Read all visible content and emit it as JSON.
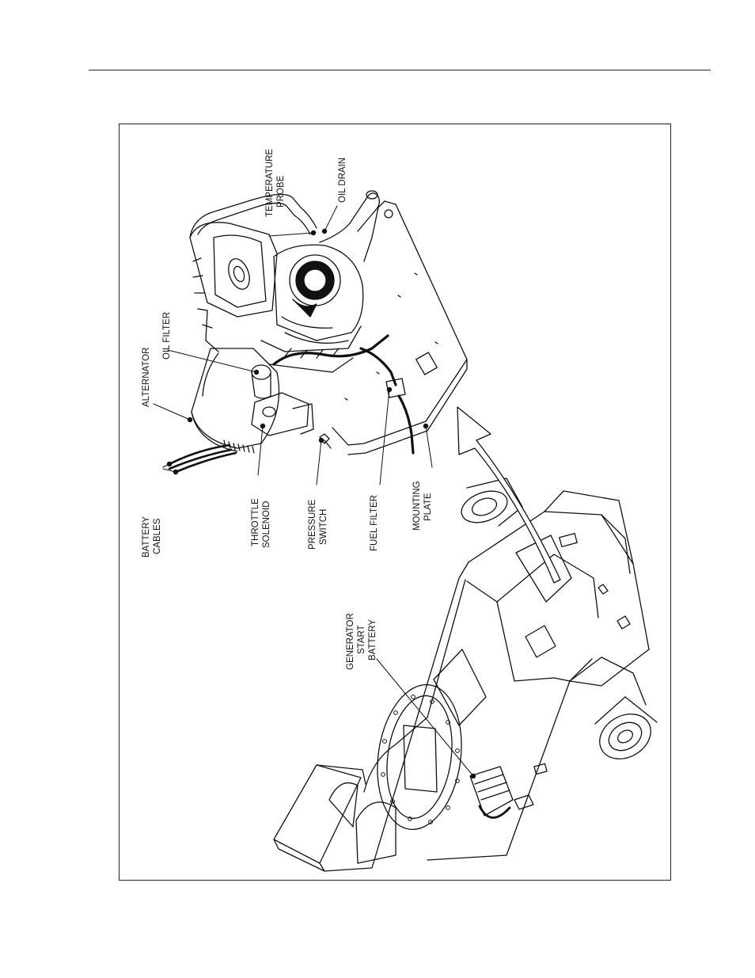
{
  "figure": {
    "labels": {
      "temperature_probe_1": "TEMPERATURE",
      "temperature_probe_2": "PROBE",
      "oil_drain": "OIL DRAIN",
      "oil_filter": "OIL FILTER",
      "alternator": "ALTERNATOR",
      "battery_cables_1": "BATTERY",
      "battery_cables_2": "CABLES",
      "throttle_solenoid_1": "THROTTLE",
      "throttle_solenoid_2": "SOLENOID",
      "pressure_switch_1": "PRESSURE",
      "pressure_switch_2": "SWITCH",
      "fuel_filter": "FUEL FILTER",
      "mounting_plate_1": "MOUNTING",
      "mounting_plate_2": "PLATE",
      "generator_start_battery_1": "GENERATOR",
      "generator_start_battery_2": "START",
      "generator_start_battery_3": "BATTERY"
    }
  }
}
